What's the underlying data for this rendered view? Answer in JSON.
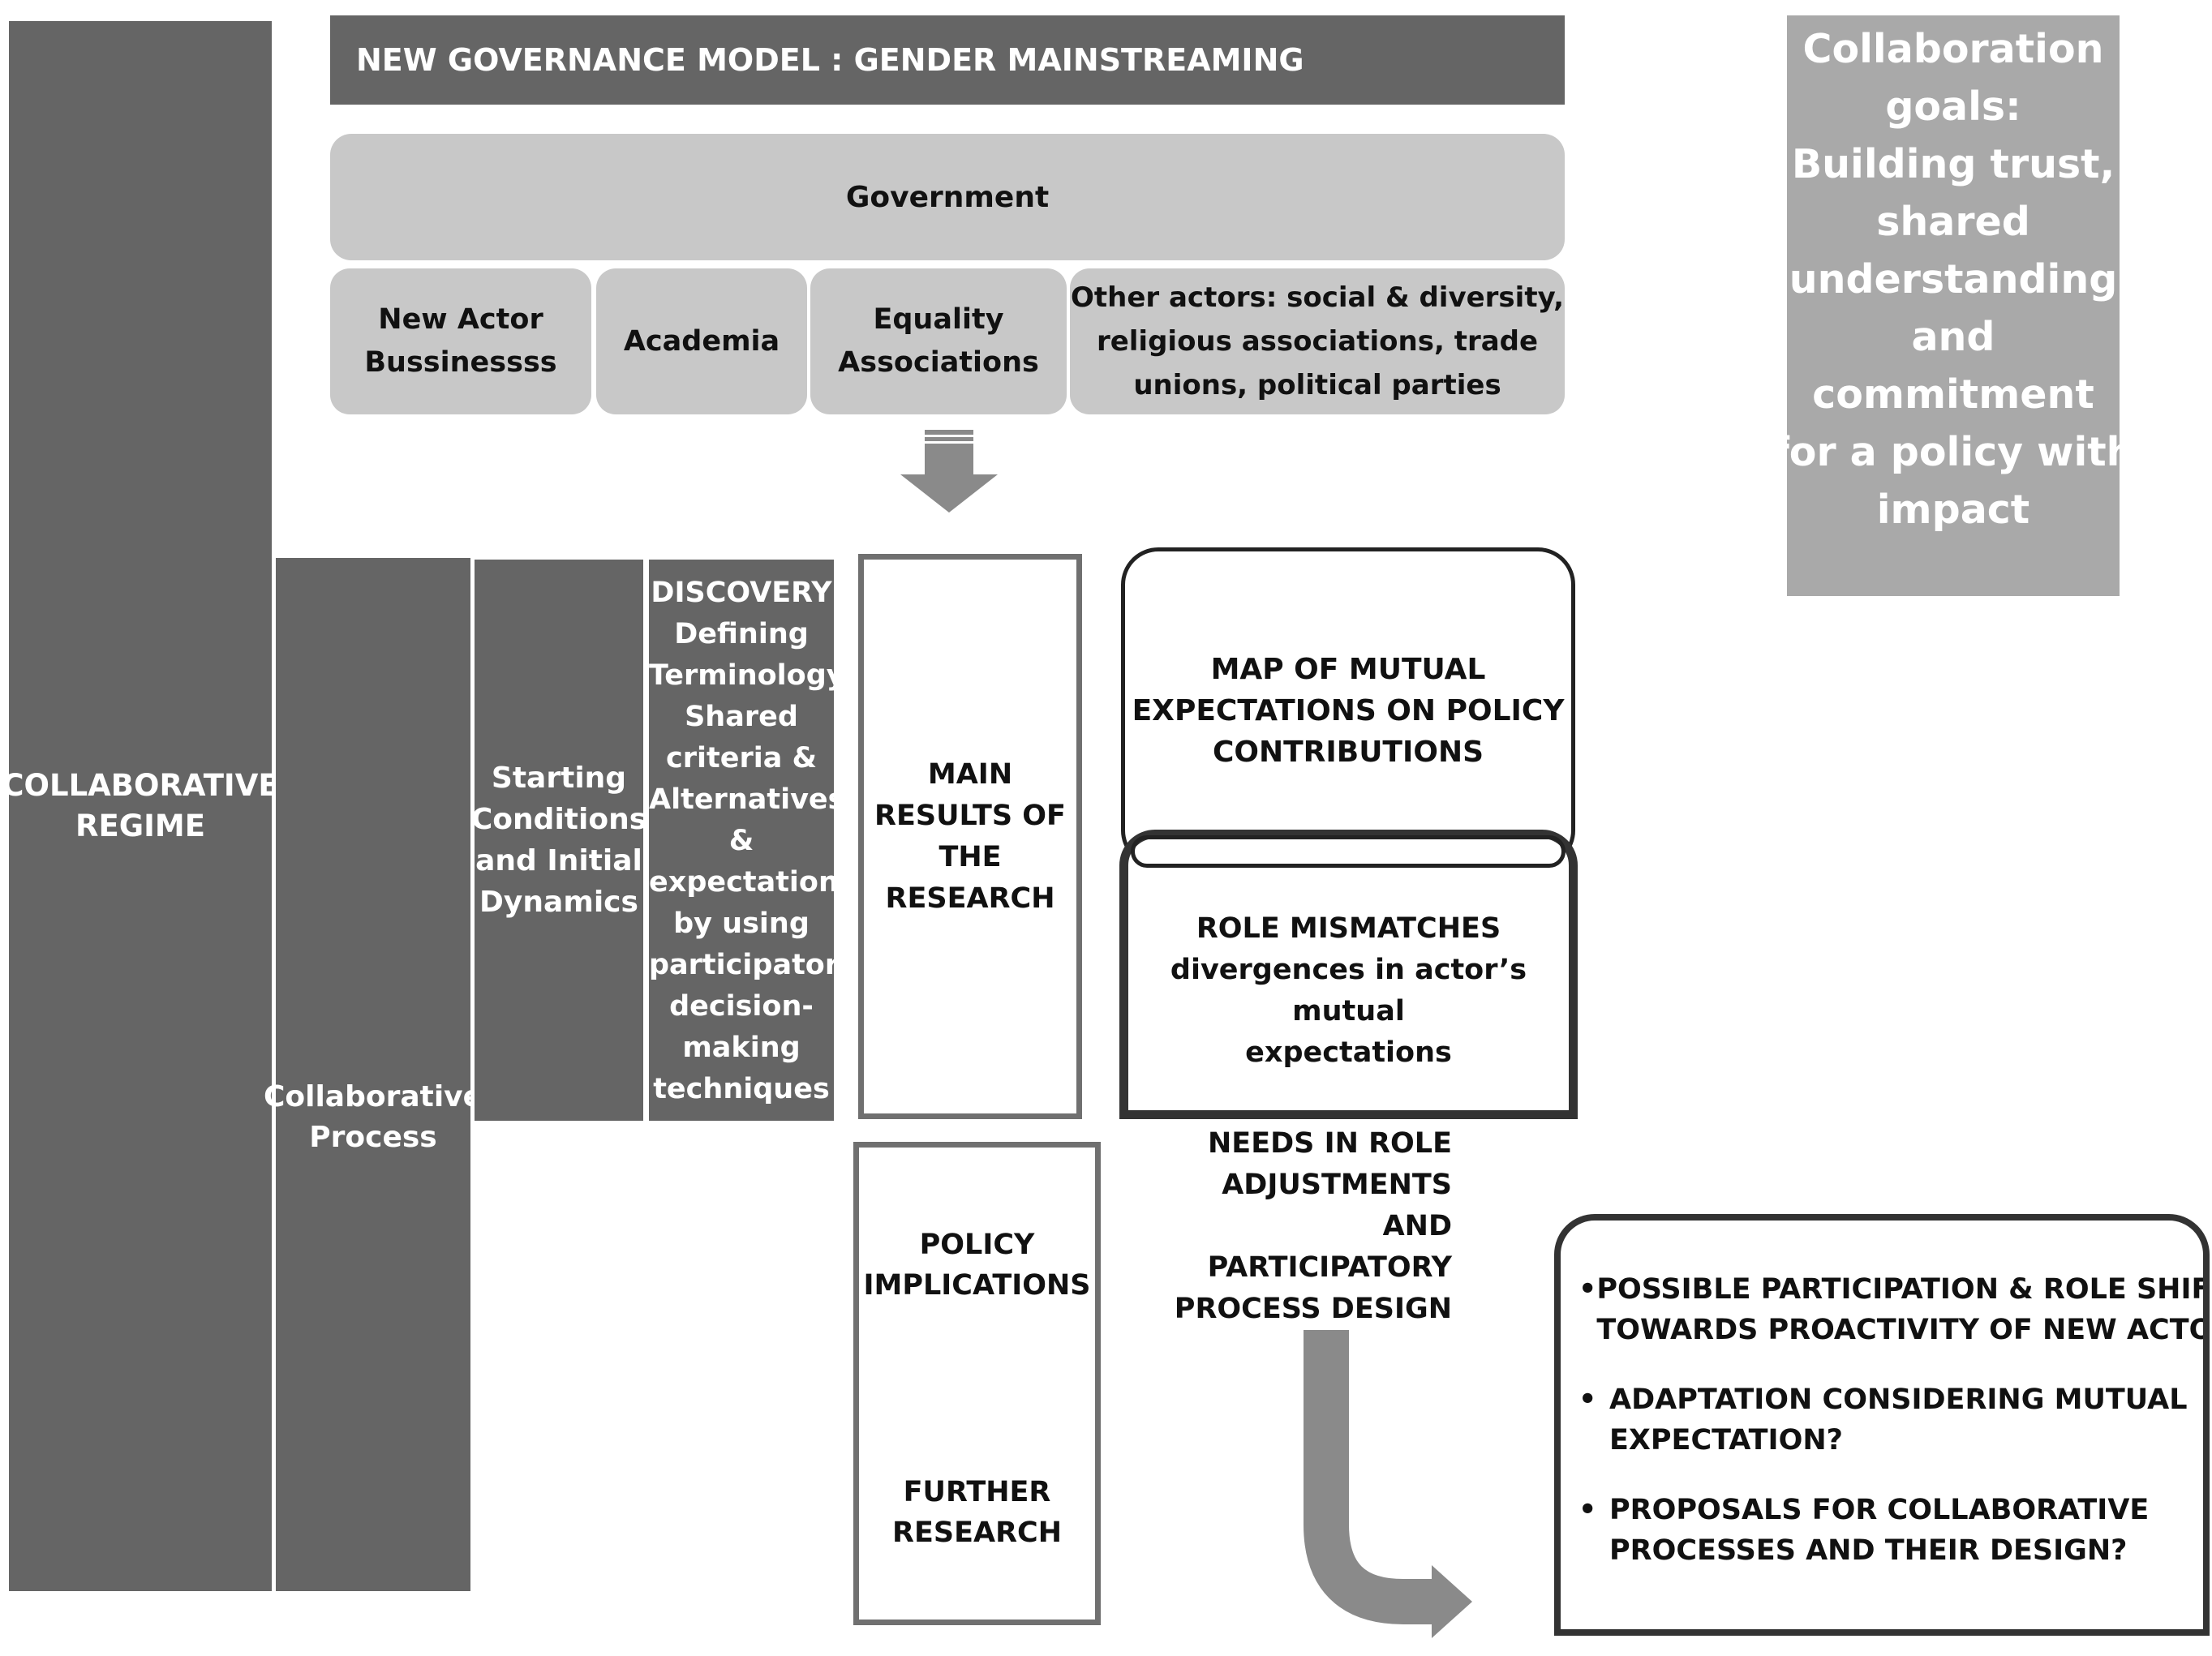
{
  "header": {
    "title": "NEW GOVERNANCE MODEL :  GENDER MAINSTREAMING"
  },
  "goals": {
    "lines": [
      "Collaboration",
      "goals:",
      "Building trust,",
      "shared",
      "understanding",
      "and",
      "commitment",
      "for a policy with",
      "impact"
    ]
  },
  "government": {
    "label": "Government"
  },
  "actors": [
    {
      "lines": [
        "New Actor",
        "Bussinessss"
      ]
    },
    {
      "lines": [
        "Academia"
      ]
    },
    {
      "lines": [
        "Equality",
        "Associations"
      ]
    },
    {
      "lines": [
        "Other actors: social & diversity,",
        "religious associations, trade",
        "unions, political parties"
      ]
    }
  ],
  "regime": {
    "lines": [
      "COLLABORATIVE",
      "REGIME"
    ]
  },
  "process": {
    "lines": [
      "Collaborative",
      "Process"
    ]
  },
  "starting": {
    "lines": [
      "Starting",
      "Conditions",
      "and Initial",
      "Dynamics"
    ]
  },
  "discovery": {
    "lines": [
      "DISCOVERY",
      "Defining",
      "Terminology",
      "Shared",
      "criteria &",
      "Alternatives",
      "&",
      "expectations",
      "by using",
      "participatory",
      "decision-",
      "making",
      "techniques"
    ]
  },
  "main_results": {
    "lines": [
      "MAIN",
      "RESULTS OF",
      "THE",
      "RESEARCH"
    ]
  },
  "map_box": {
    "lines": [
      "MAP OF MUTUAL",
      "EXPECTATIONS ON POLICY",
      "CONTRIBUTIONS"
    ]
  },
  "role_box": {
    "lines": [
      "ROLE MISMATCHES",
      "divergences in actor’s mutual",
      "expectations"
    ]
  },
  "needs": {
    "lines": [
      "NEEDS IN ROLE",
      "ADJUSTMENTS",
      "AND",
      "PARTICIPATORY",
      "PROCESS DESIGN"
    ]
  },
  "policy": {
    "lines": [
      "POLICY",
      "IMPLICATIONS"
    ]
  },
  "further": {
    "lines": [
      "FURTHER",
      "RESEARCH"
    ]
  },
  "questions": [
    {
      "lines": [
        "POSSIBLE PARTICIPATION & ROLE SHIFT",
        "TOWARDS PROACTIVITY OF NEW ACTOR?"
      ]
    },
    {
      "lines": [
        "ADAPTATION CONSIDERING MUTUAL",
        "EXPECTATION?"
      ]
    },
    {
      "lines": [
        "PROPOSALS FOR COLLABORATIVE",
        "PROCESSES AND THEIR DESIGN?"
      ]
    }
  ],
  "colors": {
    "dark": "#656565",
    "light": "#c8c8c8",
    "goals": "#a9a9a9",
    "arrow": "#8a8a8a"
  }
}
